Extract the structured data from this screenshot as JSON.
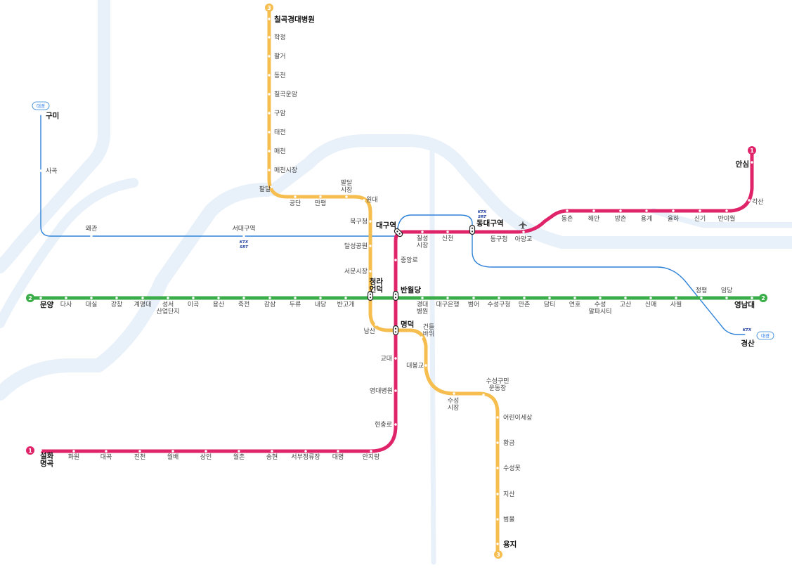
{
  "colors": {
    "line1": "#e0246a",
    "line2": "#3aad48",
    "line3": "#f6bd4f",
    "daegyeong": "#2f82d8",
    "river": "#e8f0f9",
    "ktx": "#1d3f9c"
  },
  "lines": {
    "line1": {
      "badge": "1",
      "stations": {
        "seolhwa": "설화\n명곡",
        "hwawon": "화원",
        "daegok": "대곡",
        "jincheon": "진천",
        "wolbae": "월배",
        "sangin": "상인",
        "wolchon": "월촌",
        "songhyeon": "송현",
        "seobu": "서부정류장",
        "daemyeong": "대명",
        "anjirang": "안지랑",
        "hyeonchungno": "현충로",
        "yeongdae": "영대병원",
        "gyodae": "교대",
        "myeongdeok": "명덕",
        "banwoldang": "반월당",
        "jungangno": "중앙로",
        "daegu": "대구역",
        "chilseong": "칠성\n시장",
        "sincheon": "신천",
        "dongdaegu": "동대구역",
        "dongdaegu_exit": "동구청",
        "ayanggyo": "아양교",
        "dongchon": "동촌",
        "haean": "해안",
        "bangchon": "방촌",
        "yonggye": "용계",
        "yulha": "율하",
        "singi": "신기",
        "banyawol": "반야월",
        "gaksan": "각산",
        "ansim": "안심"
      }
    },
    "line2": {
      "badge": "2",
      "stations": {
        "munyang": "문양",
        "dasa": "다사",
        "daesil": "대실",
        "gangchang": "강창",
        "gyemyeong": "계명대",
        "seongseo": "성서\n산업단지",
        "igok": "이곡",
        "yongsan": "용산",
        "jukjeon": "죽전",
        "gamsam": "감삼",
        "duryu": "두류",
        "naedang": "내당",
        "bangogae": "반고개",
        "cheongna": "청라\n언덕",
        "banwoldang": "반월당",
        "kyungdae": "경대\n병원",
        "daegu_bank": "대구은행",
        "beomeo": "범어",
        "suseong_gu": "수성구청",
        "manchon": "만촌",
        "damti": "담티",
        "yeonho": "연호",
        "suseong_alpha": "수성\n알파시티",
        "gosan": "고산",
        "sinmae": "신매",
        "sawol": "사월",
        "jeongpyeong": "정평",
        "imdang": "임당",
        "yeungnam": "영남대"
      }
    },
    "line3": {
      "badge": "3",
      "stations": {
        "chilgok": "칠곡경대병원",
        "hakjeong": "학정",
        "palgeo": "팔거",
        "dongcheon": "동천",
        "chilgok_unam": "칠곡운암",
        "guam": "구암",
        "taejeon": "태전",
        "maecheon": "매천",
        "maecheon_market": "매천시장",
        "palda": "팔달",
        "gongdan": "공단",
        "manpyeong": "만평",
        "palda_market": "팔달\n시장",
        "wondae": "원대",
        "bukgu": "북구청",
        "dalseong": "달성공원",
        "seomun": "서문시장",
        "cheongna": "청라\n언덕",
        "namsan": "남산",
        "myeongdeok": "명덕",
        "geondeul": "건들\n바위",
        "daebong": "대봉교",
        "suseong_market": "수성\n시장",
        "suseong_hall": "수성구민\n운동장",
        "children": "어린이세상",
        "hwanggeum": "황금",
        "suseongmot": "수성못",
        "jisan": "지산",
        "beommul": "범물",
        "yongji": "용지"
      }
    },
    "daegyeong": {
      "pill": "대경",
      "stations": {
        "gumi": "구미",
        "sagok": "사곡",
        "waegwan": "왜관",
        "seodaegu": "서대구역",
        "gyeongsan": "경산"
      }
    }
  },
  "ktx": {
    "top": "KTX",
    "bottom": "SRT"
  }
}
